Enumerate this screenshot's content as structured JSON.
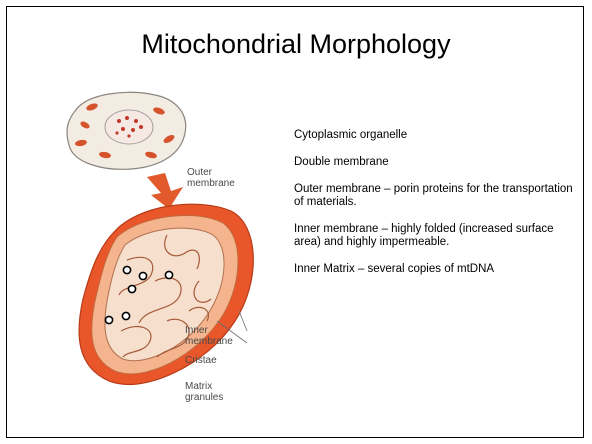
{
  "slide": {
    "title": "Mitochondrial Morphology",
    "diagram_labels": {
      "outer": "Outer membrane",
      "inner": "Inner membrane",
      "cristae": "Cristae",
      "matrix": "Matrix granules"
    },
    "bullets": [
      "Cytoplasmic organelle",
      "Double membrane",
      "Outer membrane – porin proteins for the transportation of materials.",
      "Inner membrane – highly folded (increased surface area) and highly impermeable.",
      "Inner Matrix – several copies of mtDNA"
    ],
    "colors": {
      "outer_membrane": "#e8562a",
      "inner_membrane": "#f4b48e",
      "arrow": "#e25a2b"
    }
  }
}
